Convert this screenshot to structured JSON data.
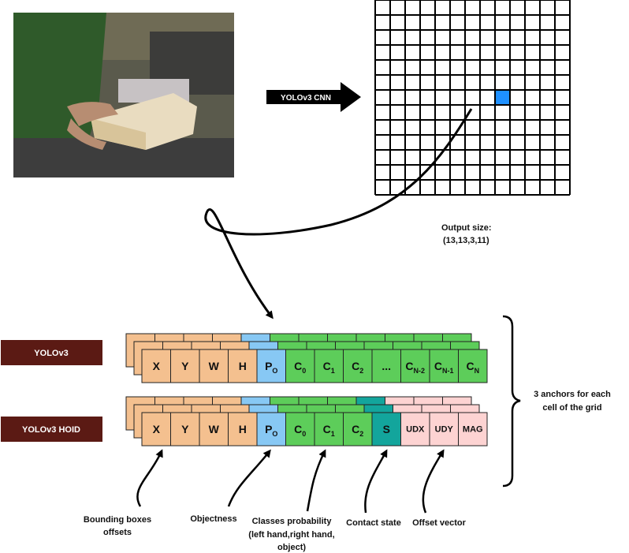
{
  "arrow_label": "YOLOv3 CNN",
  "output_size": {
    "line1": "Output size:",
    "line2": "(13,13,3,11)"
  },
  "grid": {
    "rows": 13,
    "cols": 13,
    "highlight_cell": [
      9,
      8
    ],
    "highlight_color": "#1e90ff"
  },
  "models": [
    {
      "label": "YOLOv3"
    },
    {
      "label": "YOLOv3 HOID"
    }
  ],
  "vectors": {
    "yolov3": [
      {
        "t": "X",
        "kind": "box"
      },
      {
        "t": "Y",
        "kind": "box"
      },
      {
        "t": "W",
        "kind": "box"
      },
      {
        "t": "H",
        "kind": "box"
      },
      {
        "t": "P",
        "sub": "O",
        "kind": "obj"
      },
      {
        "t": "C",
        "sub": "0",
        "kind": "cls"
      },
      {
        "t": "C",
        "sub": "1",
        "kind": "cls"
      },
      {
        "t": "C",
        "sub": "2",
        "kind": "cls"
      },
      {
        "t": "...",
        "kind": "cls"
      },
      {
        "t": "C",
        "sub": "N-2",
        "kind": "cls"
      },
      {
        "t": "C",
        "sub": "N-1",
        "kind": "cls"
      },
      {
        "t": "C",
        "sub": "N",
        "kind": "cls"
      }
    ],
    "hoid": [
      {
        "t": "X",
        "kind": "box"
      },
      {
        "t": "Y",
        "kind": "box"
      },
      {
        "t": "W",
        "kind": "box"
      },
      {
        "t": "H",
        "kind": "box"
      },
      {
        "t": "P",
        "sub": "O",
        "kind": "obj"
      },
      {
        "t": "C",
        "sub": "0",
        "kind": "cls"
      },
      {
        "t": "C",
        "sub": "1",
        "kind": "cls"
      },
      {
        "t": "C",
        "sub": "2",
        "kind": "cls"
      },
      {
        "t": "S",
        "kind": "contact"
      },
      {
        "t": "UDX",
        "kind": "off"
      },
      {
        "t": "UDY",
        "kind": "off"
      },
      {
        "t": "MAG",
        "kind": "off"
      }
    ]
  },
  "colors": {
    "box": "#f4c08f",
    "obj": "#87c8f4",
    "cls": "#5dcd5a",
    "contact": "#13a59c",
    "off": "#fdd3d2",
    "model_label_bg": "#5b1a14"
  },
  "brace_label": {
    "line1": "3 anchors for each",
    "line2": "cell of the grid"
  },
  "annotations": [
    {
      "lines": [
        "Bounding boxes",
        "offsets"
      ]
    },
    {
      "lines": [
        "Objectness"
      ]
    },
    {
      "lines": [
        "Classes probability",
        "(left hand,right hand,",
        "object)"
      ]
    },
    {
      "lines": [
        "Contact state"
      ]
    },
    {
      "lines": [
        "Offset vector"
      ]
    }
  ]
}
